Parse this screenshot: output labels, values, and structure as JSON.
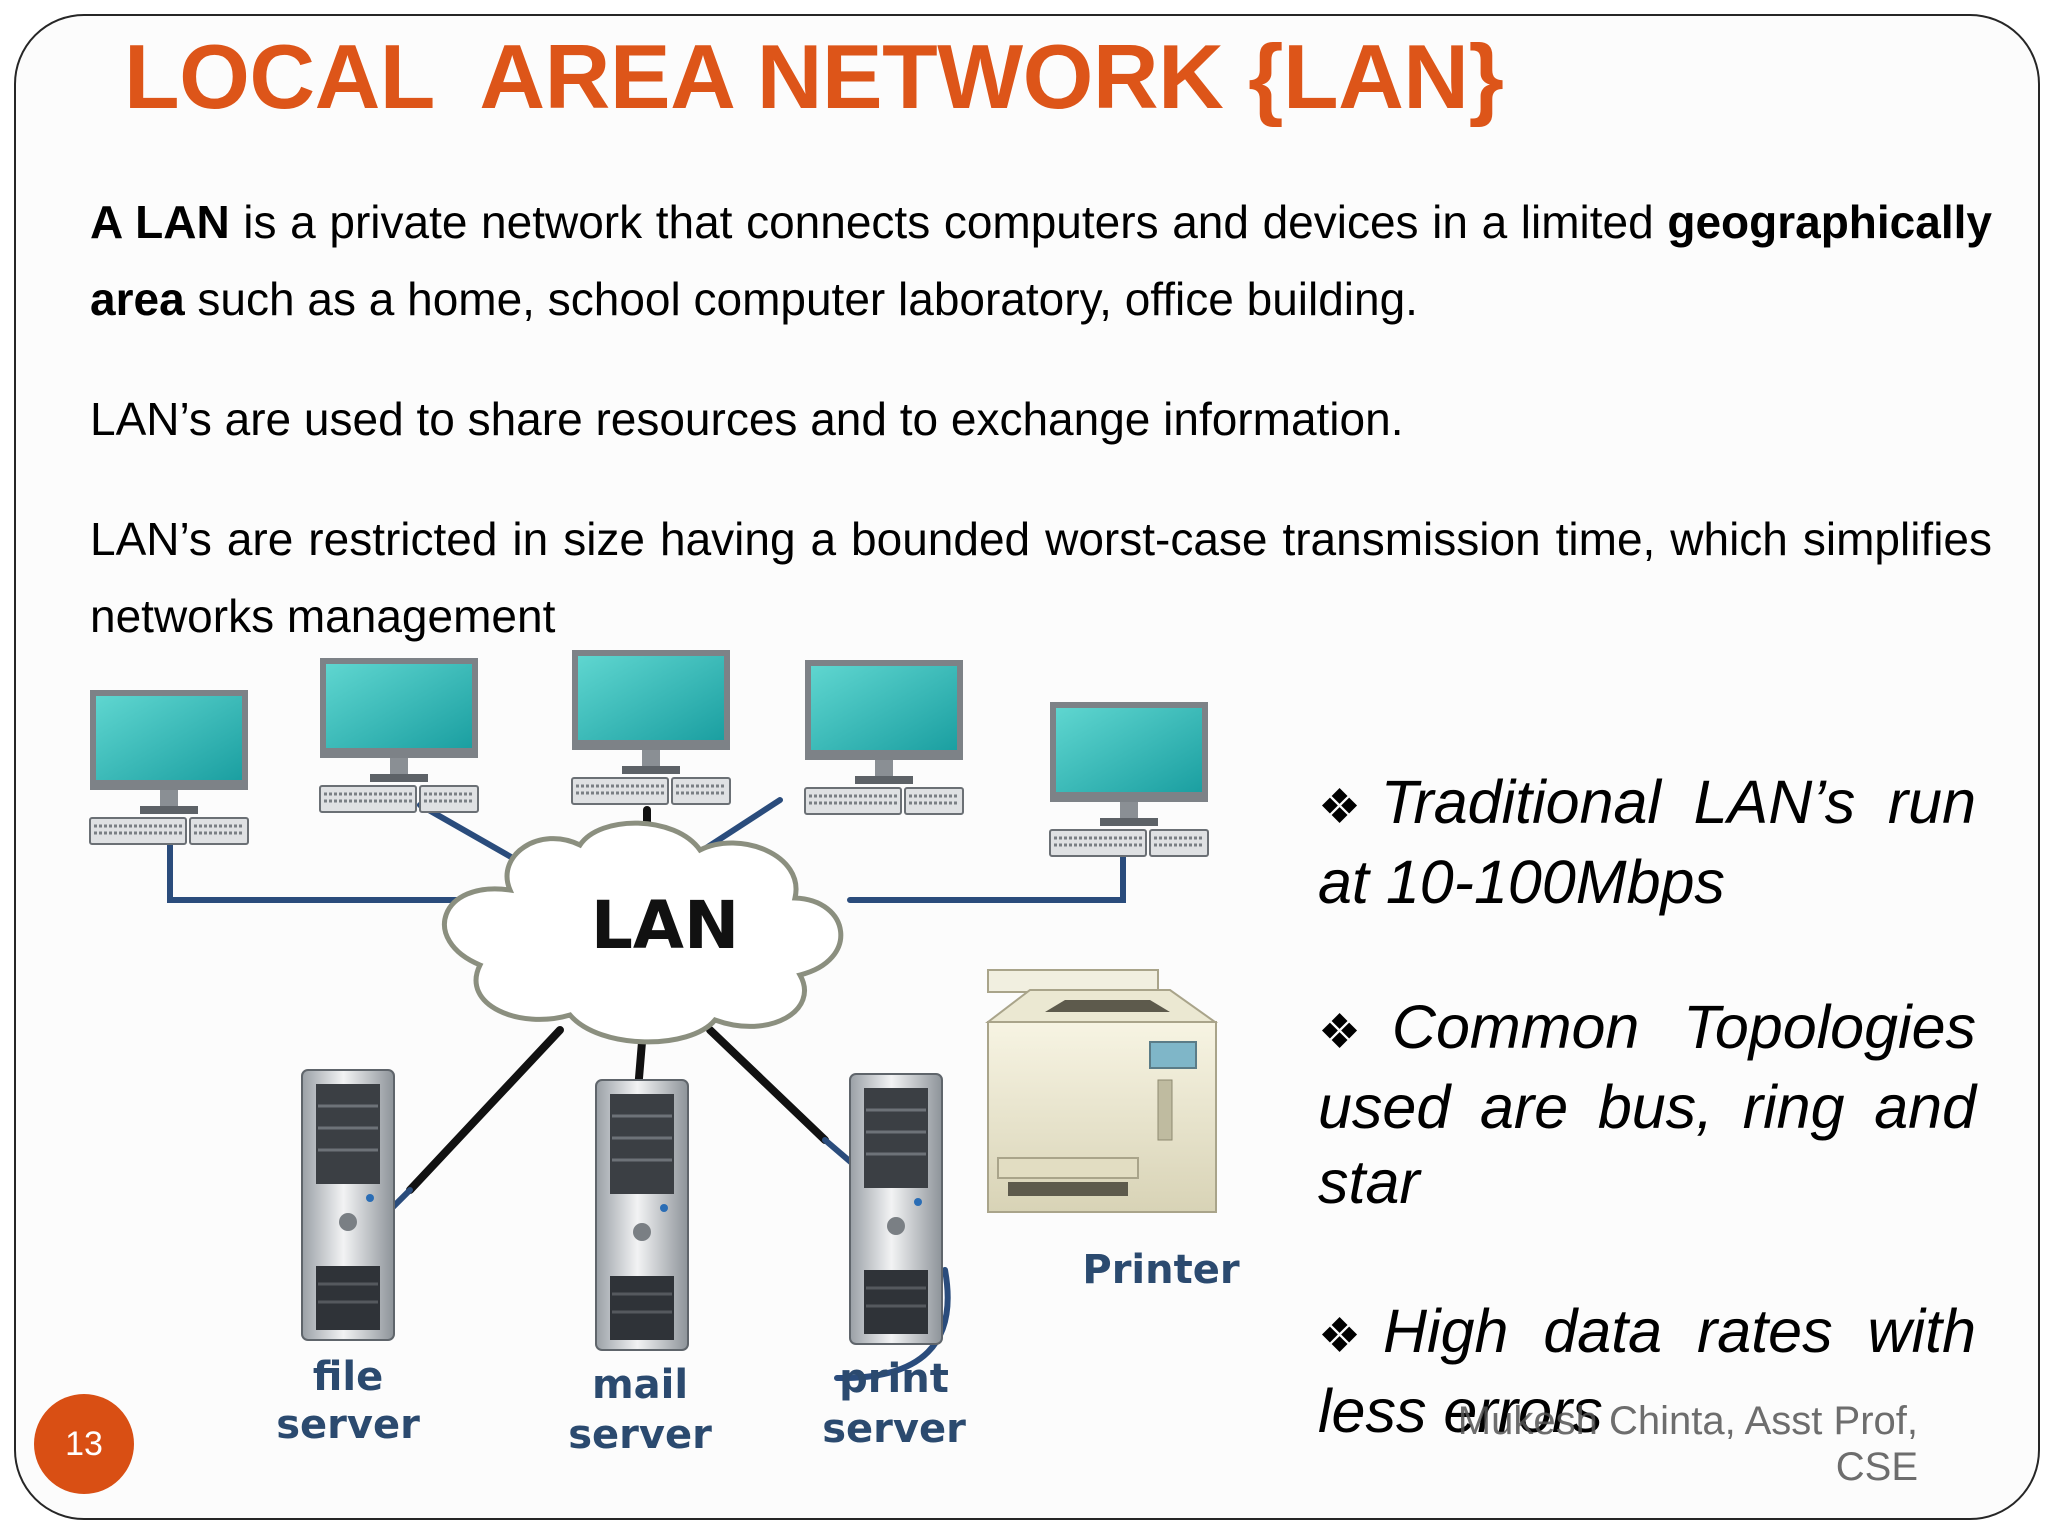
{
  "slide": {
    "title": "LOCAL  AREA NETWORK {LAN}",
    "paragraph1": {
      "bold1": "A LAN",
      "text1": " is a private network that connects computers and devices in a limited ",
      "bold2": "geographically area",
      "text2": " such as a home, school computer laboratory, office building."
    },
    "paragraph2": "LAN’s are used to share resources and to exchange information.",
    "paragraph3": "LAN’s are restricted in size having a bounded worst-case transmission time, which simplifies networks management",
    "bullet_symbol": "❖",
    "bullets": [
      "Traditional LAN’s run at 10-100Mbps",
      "Common Topologies used are bus, ring and star",
      "High data rates with less errors"
    ],
    "footer": {
      "line1": "Mukesh Chinta, Asst Prof,",
      "line2": "CSE"
    },
    "page_number": "13"
  },
  "diagram": {
    "cloud_label": "LAN",
    "servers": [
      {
        "line1": "file",
        "line2": "server"
      },
      {
        "line1": "mail",
        "line2": "server"
      },
      {
        "line1": "print",
        "line2": "server"
      }
    ],
    "printer_label": "Printer"
  },
  "colors": {
    "title": "#dd5519",
    "cable_blue": "#2a4c7c",
    "cable_black": "#111111",
    "screen": "#2ab8b6",
    "label": "#2b4a6f",
    "page_badge": "#d94f14"
  }
}
